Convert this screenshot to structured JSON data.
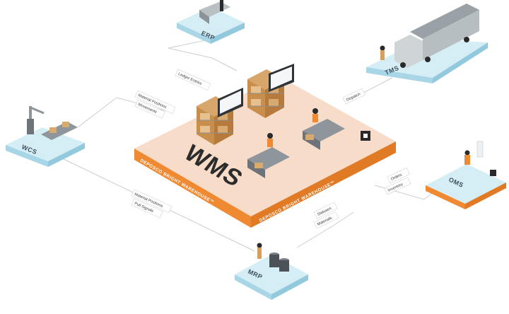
{
  "center": {
    "title": "WMS",
    "brand_left": "DEPOSCO BRIGHT WAREHOUSE™",
    "brand_right": "DEPOSCO BRIGHT WAREHOUSE™"
  },
  "nodes": {
    "erp": "ERP",
    "tms": "TMS",
    "wcs": "WCS",
    "oms": "OMS",
    "mrp": "MRP"
  },
  "edges": {
    "erp": [
      "Ledger Entries"
    ],
    "tms": [
      "Dispatch"
    ],
    "wcs": [
      "Material Positions",
      "Movements"
    ],
    "wcs_mrp": [
      "Material Positions",
      "Pull Signals"
    ],
    "oms": [
      "Orders",
      "Inventory"
    ],
    "mrp": [
      "Statuses",
      "Materials"
    ]
  },
  "colors": {
    "accent": "#f08a32",
    "platform_top": "#f7dcc9",
    "node_top": "#d5eef6",
    "node_side": "#a9d6e6",
    "line": "#c9ced2"
  }
}
